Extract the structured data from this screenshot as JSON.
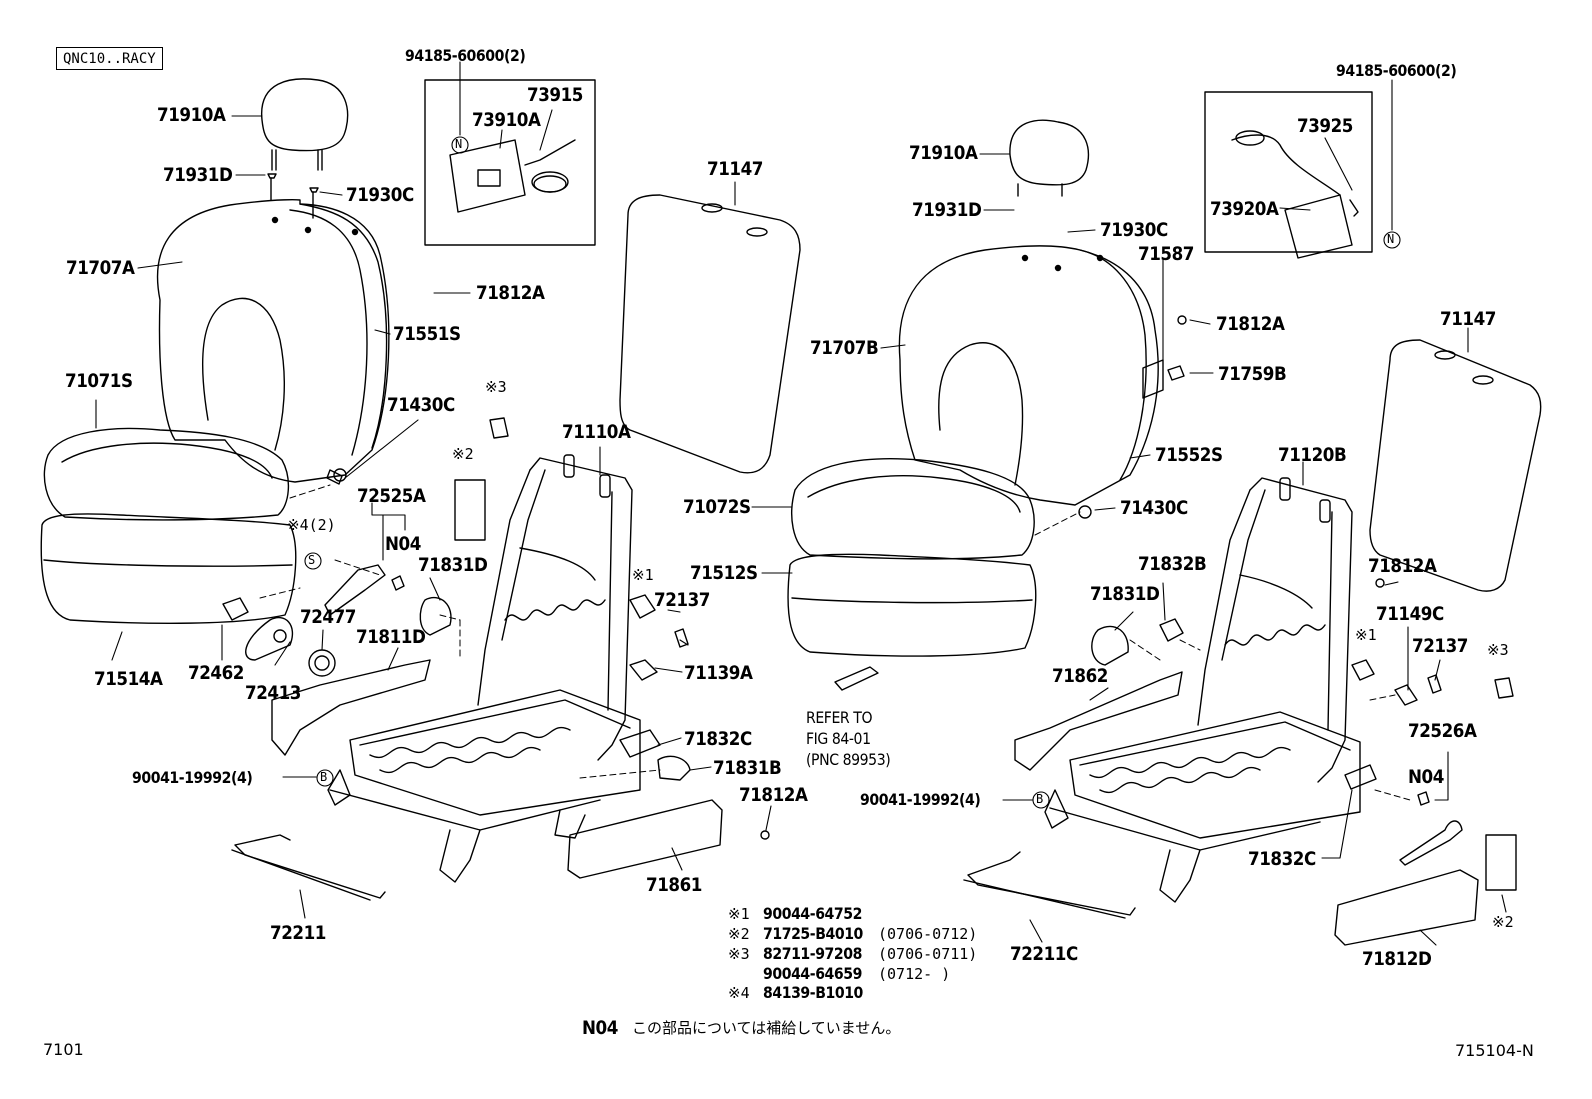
{
  "model_code": "QNC10..RACY",
  "page_number": "7101",
  "figure_code": "715104-N",
  "parts": {
    "p71910A_l": "71910A",
    "p71931D_l": "71931D",
    "p71930C_l": "71930C",
    "p71707A": "71707A",
    "p71551S": "71551S",
    "p71812A_l1": "71812A",
    "p71071S": "71071S",
    "p71430C_l": "71430C",
    "p71514A": "71514A",
    "p72462": "72462",
    "p72413": "72413",
    "p72477": "72477",
    "p72525A": "72525A",
    "n04_l": "N04",
    "p71831D_l": "71831D",
    "p71811D": "71811D",
    "p71110A": "71110A",
    "p72137_l": "72137",
    "p71139A": "71139A",
    "p71832C_l": "71832C",
    "p71831B": "71831B",
    "p71812A_l2": "71812A",
    "p71861": "71861",
    "p72211": "72211",
    "bolt_l": "90041-19992(4)",
    "p94185_l": "94185-60600(2)",
    "p73915": "73915",
    "p73910A": "73910A",
    "p71147_l": "71147",
    "p71910A_r": "71910A",
    "p71931D_r": "71931D",
    "p71930C_r": "71930C",
    "p71587": "71587",
    "p71707B": "71707B",
    "p71812A_r1": "71812A",
    "p71759B": "71759B",
    "p71552S": "71552S",
    "p71072S": "71072S",
    "p71430C_r": "71430C",
    "p71512S": "71512S",
    "p71120B": "71120B",
    "p71832B": "71832B",
    "p71831D_r": "71831D",
    "p71862": "71862",
    "p71812A_r2": "71812A",
    "p71149C": "71149C",
    "p72137_r": "72137",
    "p72526A": "72526A",
    "n04_r": "N04",
    "p71832C_r": "71832C",
    "p72211C": "72211C",
    "p71812D": "71812D",
    "bolt_r": "90041-19992(4)",
    "p94185_r": "94185-60600(2)",
    "p73925": "73925",
    "p73920A": "73920A",
    "p71147_r": "71147"
  },
  "marks": {
    "m1": "※1",
    "m2a": "※2",
    "m2b": "※2",
    "m3a": "※3",
    "m3b": "※3",
    "m4": "※4(2)",
    "m1b": "※1",
    "s": "S",
    "b1": "B",
    "b2": "B",
    "n1": "N",
    "n2": "N"
  },
  "refer": {
    "line1": "REFER TO",
    "line2": "FIG 84-01",
    "line3": "(PNC 89953)"
  },
  "footnotes": [
    {
      "mark": "※1",
      "part": "90044-64752",
      "range": ""
    },
    {
      "mark": "※2",
      "part": "71725-B4010",
      "range": "(0706-0712)"
    },
    {
      "mark": "※3",
      "part": "82711-97208",
      "range": "(0706-0711)"
    },
    {
      "mark": "",
      "part": "90044-64659",
      "range": "(0712-      )"
    },
    {
      "mark": "※4",
      "part": "84139-B1010",
      "range": ""
    }
  ],
  "n04_note": {
    "code": "N04",
    "text": "この部品については補給していません。"
  }
}
